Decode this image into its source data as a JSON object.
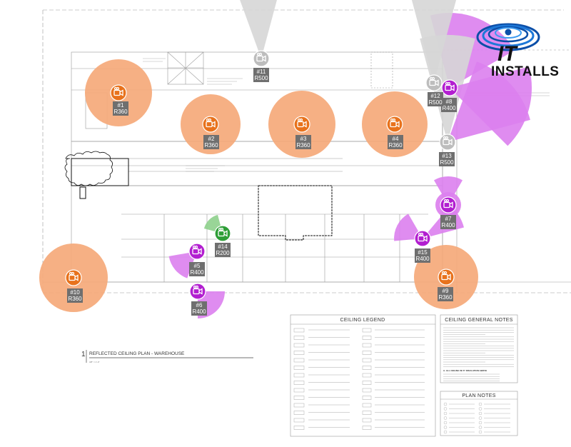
{
  "logo": {
    "line1": "IT",
    "line2": "INSTALLS"
  },
  "drawing_title": {
    "number": "1",
    "label": "REFLECTED CEILING PLAN - WAREHOUSE",
    "scale": "3/8\" = 1'-0\""
  },
  "legend": {
    "title": "CEILING LEGEND"
  },
  "notes": {
    "title": "CEILING GENERAL NOTES",
    "highlight": "A.  ALL CEILING W/ 6\" INSULATION ABOVE"
  },
  "plan_notes": {
    "title": "PLAN NOTES"
  },
  "colors": {
    "orange_fill": "#f5a97a",
    "orange_icon": "#e8721c",
    "magenta_fill": "#dc80ee",
    "magenta_icon": "#b21ed0",
    "grey_fill": "#d6d6d6",
    "grey_icon": "#bdbdbd",
    "green_fill": "#8ed08c",
    "green_icon": "#2e9e37",
    "tag_bg": "#6f6f6f"
  },
  "cameras": [
    {
      "id": "#1",
      "range": "R360",
      "color": "orange"
    },
    {
      "id": "#2",
      "range": "R360",
      "color": "orange"
    },
    {
      "id": "#3",
      "range": "R360",
      "color": "orange"
    },
    {
      "id": "#4",
      "range": "R360",
      "color": "orange"
    },
    {
      "id": "#5",
      "range": "R400",
      "color": "magenta"
    },
    {
      "id": "#6",
      "range": "R400",
      "color": "magenta"
    },
    {
      "id": "#7",
      "range": "R400",
      "color": "magenta"
    },
    {
      "id": "#8",
      "range": "R400",
      "color": "magenta"
    },
    {
      "id": "#9",
      "range": "R360",
      "color": "orange"
    },
    {
      "id": "#10",
      "range": "R360",
      "color": "orange"
    },
    {
      "id": "#11",
      "range": "R500",
      "color": "grey"
    },
    {
      "id": "#12",
      "range": "R500",
      "color": "grey"
    },
    {
      "id": "#13",
      "range": "R500",
      "color": "grey"
    },
    {
      "id": "#14",
      "range": "R200",
      "color": "green"
    },
    {
      "id": "#15",
      "range": "R400",
      "color": "magenta"
    }
  ]
}
